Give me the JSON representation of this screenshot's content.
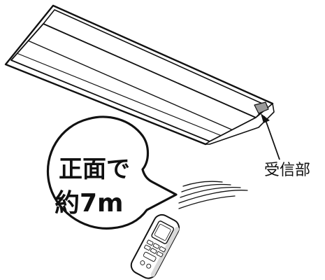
{
  "callout": {
    "line1": "正面で",
    "line2": "約7m"
  },
  "receiver_label": "受信部",
  "colors": {
    "stroke": "#111111",
    "fill": "#ffffff",
    "shade": "#d9d9d9",
    "sensor": "#9a9a9a"
  }
}
